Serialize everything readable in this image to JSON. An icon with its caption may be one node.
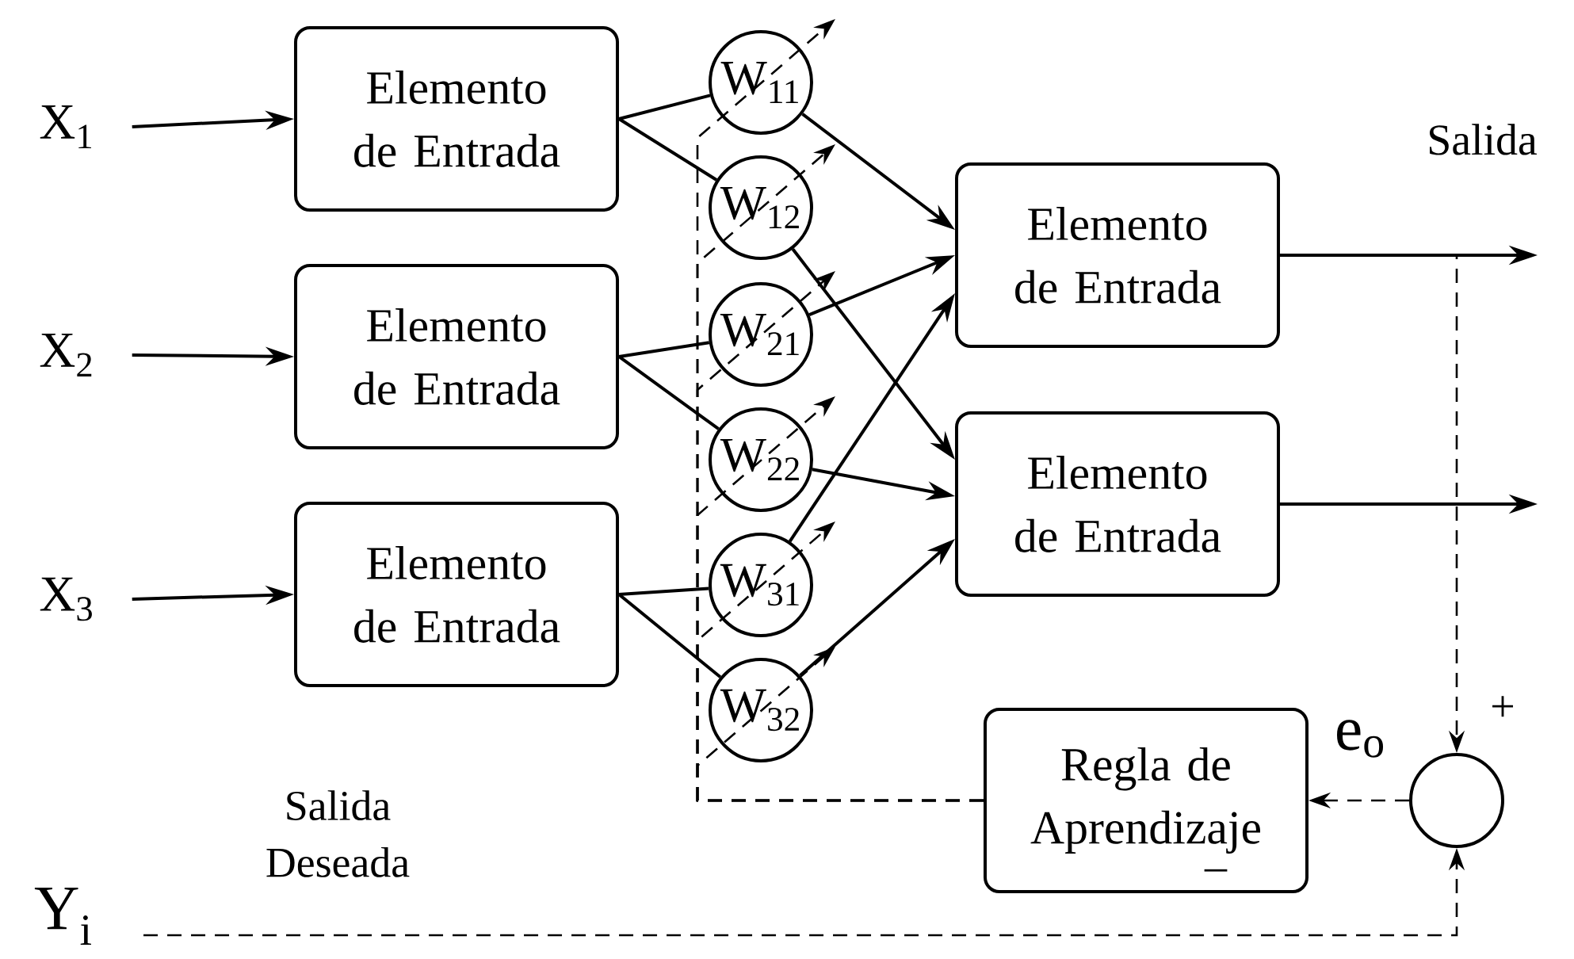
{
  "diagram": {
    "nodes": [
      {
        "text": [
          "X$_{1}$"
        ]
      },
      {
        "text": [
          "X$_{2}$"
        ]
      },
      {
        "text": [
          "X$_{3}$"
        ]
      },
      {
        "text": [
          "Elemento de Entrada"
        ]
      },
      {
        "text": [
          "Elemento de Entrada"
        ]
      },
      {
        "text": [
          "Elemento de Entrada"
        ]
      },
      {
        "text": [
          "W$_{11}$"
        ]
      },
      {
        "text": [
          "W$_{12}$"
        ]
      },
      {
        "text": [
          "W$_{21}$"
        ]
      },
      {
        "text": [
          "W$_{22}$"
        ]
      },
      {
        "text": [
          "W$_{31}$"
        ]
      },
      {
        "text": [
          "W$_{32}$"
        ]
      },
      {
        "text": [
          "Elemento de Entrada"
        ]
      },
      {
        "text": [
          "Elemento de Entrada"
        ]
      },
      {
        "text": [
          "Regla de Aprendizaje"
        ]
      },
      {
        "text": [],
        "shape": "circle"
      },
      {
        "text": [
          "Y$_{i}$"
        ]
      }
    ],
    "edges": [
      {
        "from": 0,
        "to": 3,
        "arrow": "to"
      },
      {
        "from": 1,
        "to": 4,
        "arrow": "to"
      },
      {
        "from": 2,
        "to": 5,
        "arrow": "to"
      },
      {
        "from": 3,
        "to": 6,
        "arrow": "none"
      },
      {
        "from": 3,
        "to": 7,
        "arrow": "none"
      },
      {
        "from": 4,
        "to": 8,
        "arrow": "none"
      },
      {
        "from": 4,
        "to": 9,
        "arrow": "none"
      },
      {
        "from": 5,
        "to": 10,
        "arrow": "none"
      },
      {
        "from": 5,
        "to": 11,
        "arrow": "none"
      },
      {
        "from": 6,
        "to": 12,
        "arrow": "to"
      },
      {
        "from": 7,
        "to": 13,
        "arrow": "to"
      },
      {
        "from": 8,
        "to": 12,
        "arrow": "to"
      },
      {
        "from": 9,
        "to": 13,
        "arrow": "to"
      },
      {
        "from": 10,
        "to": 12,
        "arrow": "to"
      },
      {
        "from": 11,
        "to": 13,
        "arrow": "to"
      },
      {
        "from": 12,
        "to": null,
        "arrow": "to"
      },
      {
        "from": 13,
        "to": null,
        "arrow": "to"
      },
      {
        "from": 12,
        "to": 15,
        "arrow": "to",
        "style": "dashed"
      },
      {
        "from": 16,
        "to": 15,
        "arrow": "to",
        "style": "dashed"
      },
      {
        "from": 15,
        "to": 14,
        "arrow": "to",
        "style": "dashed"
      },
      {
        "from": 14,
        "to": 6,
        "arrow": "to",
        "style": "dashed"
      },
      {
        "from": 14,
        "to": 7,
        "arrow": "to",
        "style": "dashed"
      },
      {
        "from": 14,
        "to": 8,
        "arrow": "to",
        "style": "dashed"
      },
      {
        "from": 14,
        "to": 9,
        "arrow": "to",
        "style": "dashed"
      },
      {
        "from": 14,
        "to": 10,
        "arrow": "to",
        "style": "dashed"
      },
      {
        "from": 14,
        "to": 11,
        "arrow": "to",
        "style": "dashed"
      }
    ],
    "labels": [
      "Salida",
      "+",
      "e$_{o}$",
      "Salida Deseada",
      "_"
    ]
  }
}
